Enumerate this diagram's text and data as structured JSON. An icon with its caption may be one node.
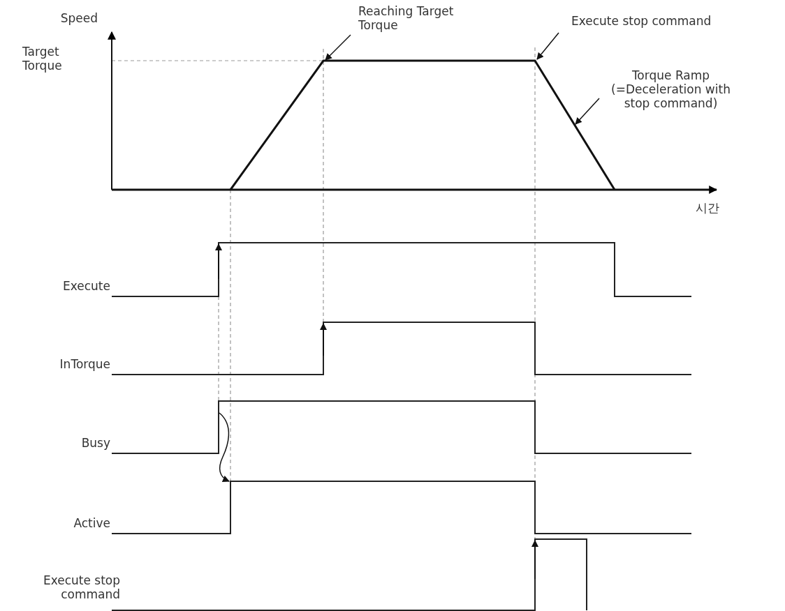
{
  "diagram": {
    "nodes": [
      {
        "text": [
          "Reaching Target Torque"
        ]
      },
      {
        "text": [
          "Execute stop command"
        ]
      },
      {
        "text": [
          "Torque Ramp (=Deceleration with stop command)"
        ]
      }
    ],
    "edges": [
      {
        "from": 0,
        "to": null,
        "arrow": "to"
      },
      {
        "from": 1,
        "to": null,
        "arrow": "to"
      },
      {
        "from": 2,
        "to": null,
        "arrow": "to"
      }
    ],
    "labels": [
      "Speed",
      "Target Torque",
      "시간",
      "Execute",
      "InTorque",
      "Busy",
      "Active",
      "Execute stop command"
    ]
  }
}
